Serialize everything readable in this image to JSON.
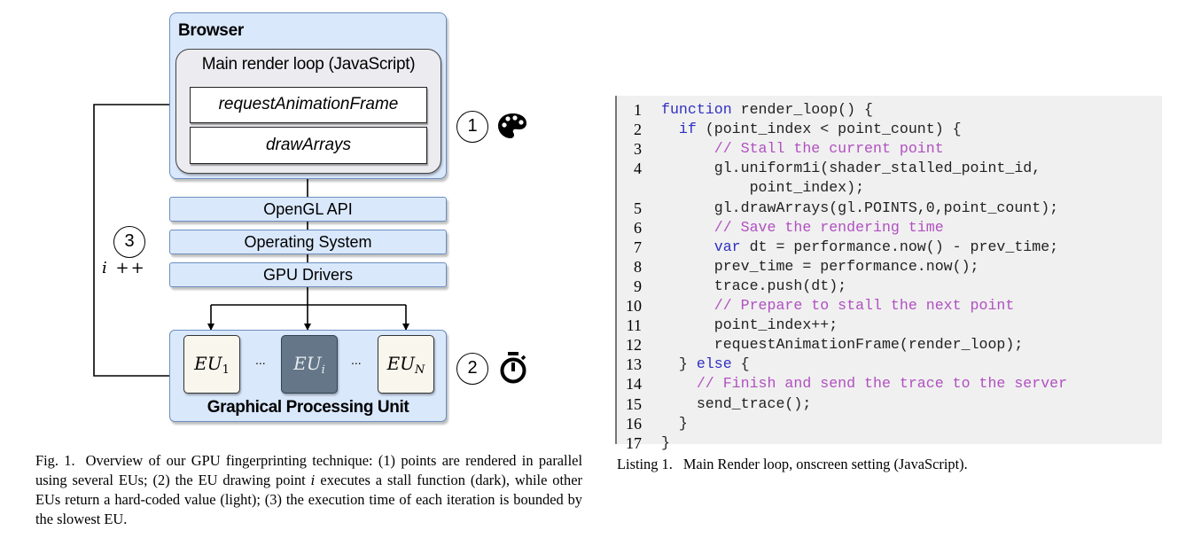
{
  "figure": {
    "browser_label": "Browser",
    "render_loop_label": "Main render loop (JavaScript)",
    "request_animation_frame": "requestAnimationFrame",
    "draw_arrays": "drawArrays",
    "layers": [
      "OpenGL API",
      "Operating System",
      "GPU Drivers"
    ],
    "gpu_label": "Graphical Processing Unit",
    "execution_units": [
      {
        "base": "EU",
        "sub": "1",
        "style": "light"
      },
      {
        "base": "EU",
        "sub": "i",
        "style": "dark"
      },
      {
        "base": "EU",
        "sub": "N",
        "style": "light"
      }
    ],
    "ellipsis": "...",
    "steps": [
      {
        "number": "1",
        "icon": "palette-icon"
      },
      {
        "number": "2",
        "icon": "stopwatch-icon"
      },
      {
        "number": "3",
        "annotation_var": "i",
        "annotation_op": "++"
      }
    ],
    "colors": {
      "blue_fill": "#dae8fc",
      "blue_border": "#6c8ebf",
      "light_eu": "#f9f7ed",
      "dark_eu": "#647687"
    },
    "caption_label": "Fig. 1.",
    "caption_parts": [
      "Overview of our GPU fingerprinting technique: (1) points are rendered in parallel using several EUs; (2) the EU drawing point ",
      "i",
      " executes a stall function (dark), while other EUs return a hard-coded value (light); (3) the execution time of each iteration is bounded by the slowest EU."
    ]
  },
  "listing": {
    "caption_label": "Listing 1.",
    "caption_text": "Main Render loop, onscreen setting (JavaScript).",
    "lines": [
      {
        "num": "1",
        "segments": [
          {
            "t": "function",
            "c": "kw"
          },
          {
            "t": " render_loop() {",
            "c": ""
          }
        ]
      },
      {
        "num": "2",
        "segments": [
          {
            "t": "  ",
            "c": ""
          },
          {
            "t": "if",
            "c": "kw"
          },
          {
            "t": " (point_index < point_count) {",
            "c": ""
          }
        ]
      },
      {
        "num": "3",
        "segments": [
          {
            "t": "      // Stall the current point",
            "c": "cm"
          }
        ]
      },
      {
        "num": "4",
        "segments": [
          {
            "t": "      gl.uniform1i(shader_stalled_point_id,",
            "c": ""
          }
        ]
      },
      {
        "num": "",
        "segments": [
          {
            "t": "          point_index);",
            "c": ""
          }
        ]
      },
      {
        "num": "5",
        "segments": [
          {
            "t": "      gl.drawArrays(gl.POINTS,0,point_count);",
            "c": ""
          }
        ]
      },
      {
        "num": "6",
        "segments": [
          {
            "t": "      // Save the rendering time",
            "c": "cm"
          }
        ]
      },
      {
        "num": "7",
        "segments": [
          {
            "t": "      ",
            "c": ""
          },
          {
            "t": "var",
            "c": "kw"
          },
          {
            "t": " dt = performance.now() - prev_time;",
            "c": ""
          }
        ]
      },
      {
        "num": "8",
        "segments": [
          {
            "t": "      prev_time = performance.now();",
            "c": ""
          }
        ]
      },
      {
        "num": "9",
        "segments": [
          {
            "t": "      trace.push(dt);",
            "c": ""
          }
        ]
      },
      {
        "num": "10",
        "segments": [
          {
            "t": "      // Prepare to stall the next point",
            "c": "cm"
          }
        ]
      },
      {
        "num": "11",
        "segments": [
          {
            "t": "      point_index++;",
            "c": ""
          }
        ]
      },
      {
        "num": "12",
        "segments": [
          {
            "t": "      requestAnimationFrame(render_loop);",
            "c": ""
          }
        ]
      },
      {
        "num": "13",
        "segments": [
          {
            "t": "  } ",
            "c": ""
          },
          {
            "t": "else",
            "c": "kw"
          },
          {
            "t": " {",
            "c": ""
          }
        ]
      },
      {
        "num": "14",
        "segments": [
          {
            "t": "    // Finish and send the trace to the server",
            "c": "cm"
          }
        ]
      },
      {
        "num": "15",
        "segments": [
          {
            "t": "    send_trace();",
            "c": ""
          }
        ]
      },
      {
        "num": "16",
        "segments": [
          {
            "t": "  }",
            "c": ""
          }
        ]
      },
      {
        "num": "17",
        "segments": [
          {
            "t": "}",
            "c": ""
          }
        ]
      }
    ],
    "colors": {
      "keyword": "#3030c0",
      "comment": "#b050c0",
      "background": "#f0f0f0"
    }
  }
}
